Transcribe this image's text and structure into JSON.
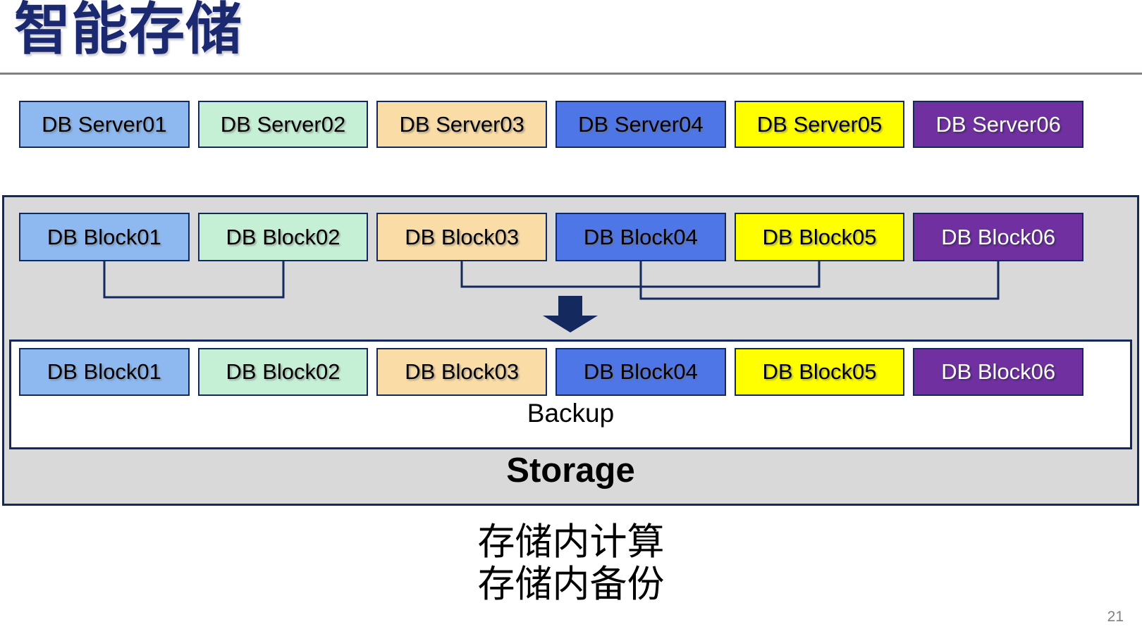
{
  "slide": {
    "title": "智能存储",
    "page_number": "21"
  },
  "palette": {
    "title_color": "#1B2A70",
    "line_and_border_navy": "#14295E",
    "divider_gray": "#808080",
    "storage_fill_gray": "#D9D9D9",
    "box_fills": [
      "#8DB9F0",
      "#C6F0D6",
      "#FADCA6",
      "#4F76E6",
      "#FFFF00",
      "#7030A0"
    ],
    "box_text_colors": [
      "#000000",
      "#000000",
      "#000000",
      "#000000",
      "#000000",
      "#FFFFFF"
    ]
  },
  "servers": [
    "DB Server01",
    "DB Server02",
    "DB Server03",
    "DB Server04",
    "DB Server05",
    "DB Server06"
  ],
  "storage_unit": {
    "top_blocks": [
      "DB Block01",
      "DB Block02",
      "DB Block03",
      "DB Block04",
      "DB Block05",
      "DB Block06"
    ],
    "backup_blocks": [
      "DB Block01",
      "DB Block02",
      "DB Block03",
      "DB Block04",
      "DB Block05",
      "DB Block06"
    ],
    "backup_label": "Backup",
    "storage_label": "Storage"
  },
  "captions": {
    "line1": "存储内计算",
    "line2": "存储内备份"
  }
}
